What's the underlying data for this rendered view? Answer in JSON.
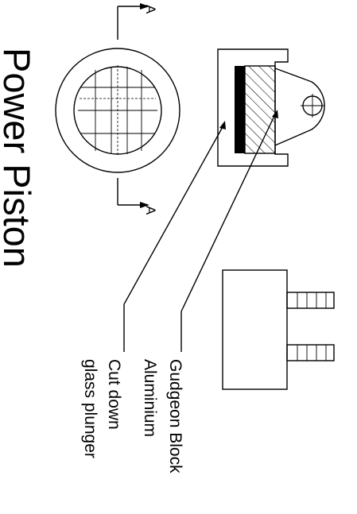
{
  "title": "Power Piston",
  "section_marker_top": "A",
  "section_marker_bottom": "A",
  "labels": {
    "gudgeon_block": "Gudgeon Block",
    "aluminium": "Aluminium",
    "cut_down": "Cut down",
    "glass_plunger": "glass plunger"
  }
}
